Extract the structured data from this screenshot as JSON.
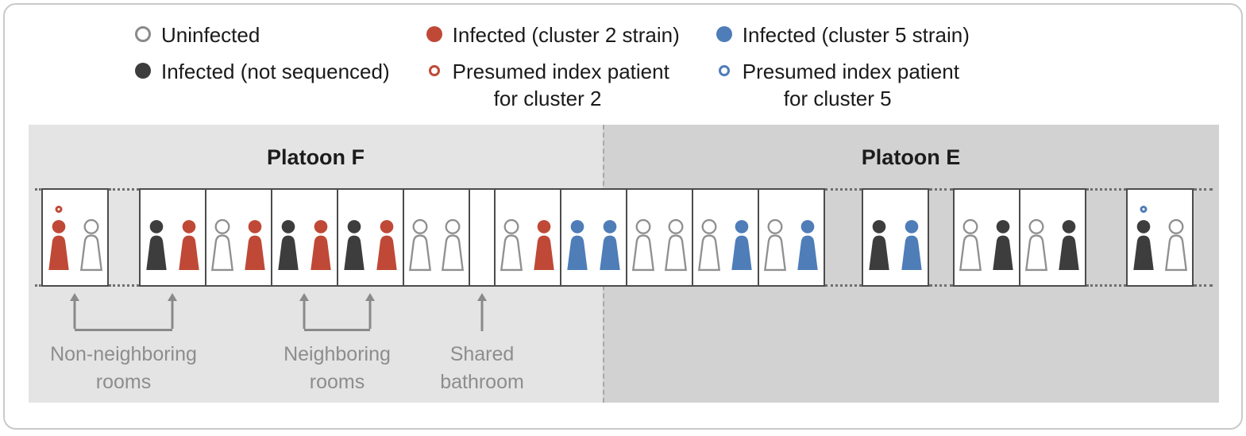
{
  "legend": {
    "items": [
      {
        "marker": "open-large",
        "color": "#8a8a8a",
        "lines": [
          "Uninfected"
        ]
      },
      {
        "marker": "filled",
        "color": "#3d3d3d",
        "lines": [
          "Infected (not sequenced)"
        ]
      },
      {
        "marker": "filled",
        "color": "#bf4936",
        "lines": [
          "Infected (cluster 2 strain)"
        ]
      },
      {
        "marker": "open-small",
        "color": "#bf4936",
        "lines": [
          "Presumed index patient",
          "for cluster 2"
        ]
      },
      {
        "marker": "filled",
        "color": "#4e7db8",
        "lines": [
          "Infected (cluster 5 strain)"
        ]
      },
      {
        "marker": "open-small",
        "color": "#4e7db8",
        "lines": [
          "Presumed index patient",
          "for cluster 5"
        ]
      }
    ]
  },
  "platoons": [
    {
      "label": "Platoon F"
    },
    {
      "label": "Platoon E"
    }
  ],
  "colors": {
    "uninfected": "#909090",
    "infected_not_sequenced": "#3d3d3d",
    "infected_cluster2": "#bf4936",
    "infected_cluster5": "#4e7db8",
    "band_left": "#e4e4e4",
    "band_right": "#d2d2d2"
  },
  "row": [
    {
      "type": "gap",
      "w": 8
    },
    {
      "type": "block",
      "rooms": [
        {
          "occupants": [
            {
              "status": "infected_cluster2",
              "ring": "cluster2"
            },
            {
              "status": "uninfected"
            }
          ]
        }
      ]
    },
    {
      "type": "gap",
      "w": 38
    },
    {
      "type": "block",
      "rooms": [
        {
          "occupants": [
            {
              "status": "infected_not_sequenced"
            },
            {
              "status": "infected_cluster2"
            }
          ]
        },
        {
          "occupants": [
            {
              "status": "uninfected"
            },
            {
              "status": "infected_cluster2"
            }
          ]
        },
        {
          "occupants": [
            {
              "status": "infected_not_sequenced"
            },
            {
              "status": "infected_cluster2"
            }
          ]
        },
        {
          "occupants": [
            {
              "status": "infected_not_sequenced"
            },
            {
              "status": "infected_cluster2"
            }
          ]
        },
        {
          "occupants": [
            {
              "status": "uninfected"
            },
            {
              "status": "uninfected"
            }
          ]
        },
        {
          "bathroom": true
        },
        {
          "occupants": [
            {
              "status": "uninfected"
            },
            {
              "status": "infected_cluster2"
            }
          ]
        },
        {
          "occupants": [
            {
              "status": "infected_cluster5"
            },
            {
              "status": "infected_cluster5"
            }
          ]
        },
        {
          "occupants": [
            {
              "status": "uninfected"
            },
            {
              "status": "uninfected"
            }
          ]
        },
        {
          "occupants": [
            {
              "status": "uninfected"
            },
            {
              "status": "infected_cluster5"
            }
          ]
        },
        {
          "occupants": [
            {
              "status": "uninfected"
            },
            {
              "status": "infected_cluster5"
            }
          ]
        }
      ]
    },
    {
      "type": "gap",
      "w": 46
    },
    {
      "type": "block",
      "rooms": [
        {
          "occupants": [
            {
              "status": "infected_not_sequenced"
            },
            {
              "status": "infected_cluster5"
            }
          ]
        }
      ]
    },
    {
      "type": "gap",
      "w": 30
    },
    {
      "type": "block",
      "rooms": [
        {
          "occupants": [
            {
              "status": "uninfected"
            },
            {
              "status": "infected_not_sequenced"
            }
          ]
        },
        {
          "occupants": [
            {
              "status": "uninfected"
            },
            {
              "status": "infected_not_sequenced"
            }
          ]
        }
      ]
    },
    {
      "type": "gap",
      "w": 50
    },
    {
      "type": "block",
      "rooms": [
        {
          "occupants": [
            {
              "status": "infected_not_sequenced",
              "ring": "cluster5"
            },
            {
              "status": "uninfected"
            }
          ]
        }
      ]
    },
    {
      "type": "gap",
      "w": 8,
      "grow": true
    }
  ],
  "annotations": {
    "non_neighboring": {
      "lines": [
        "Non-neighboring",
        "rooms"
      ]
    },
    "neighboring": {
      "lines": [
        "Neighboring",
        "rooms"
      ]
    },
    "shared_bathroom": {
      "lines": [
        "Shared",
        "bathroom"
      ]
    }
  }
}
